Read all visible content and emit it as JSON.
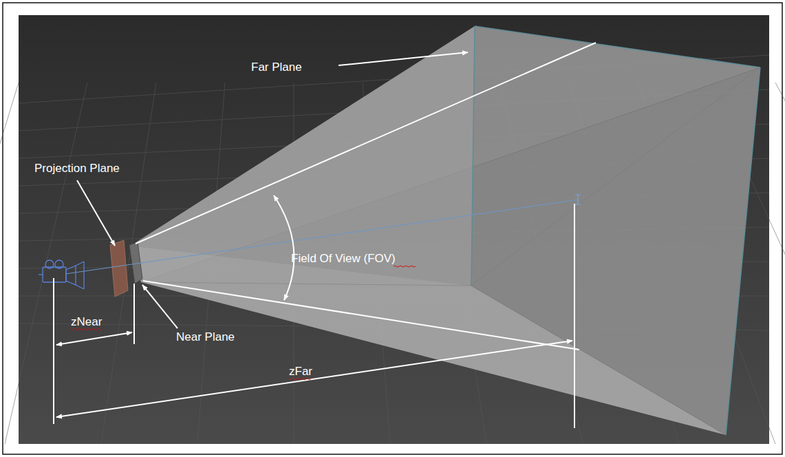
{
  "diagram": {
    "labels": [
      "Far Plane",
      "Projection Plane",
      "Field Of View (FOV)",
      "zNear",
      "Near Plane",
      "zFar"
    ]
  }
}
